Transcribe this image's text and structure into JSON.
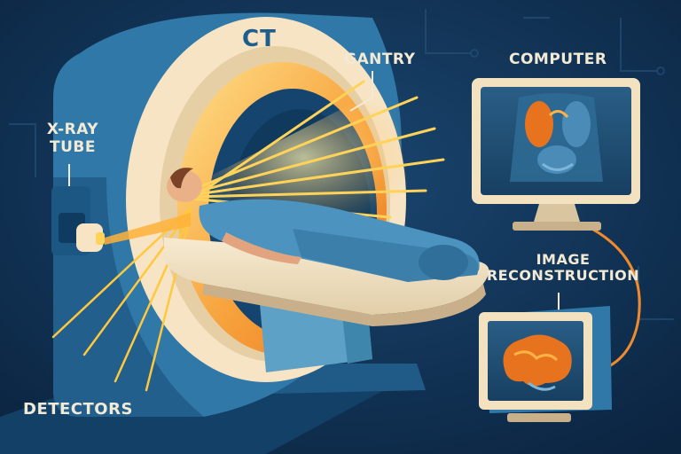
{
  "diagram": {
    "labels": {
      "ct": "CT",
      "gantry": "GANTRY",
      "xray_tube": [
        "X-RAY",
        "TUBE"
      ],
      "detectors": "DETECTORS",
      "computer": "COMPUTER",
      "image_reconstruction": [
        "IMAGE",
        "RECONSTRUCTION"
      ]
    },
    "colors": {
      "background": "#0f2f4e",
      "gantry_blue": "#2f78a8",
      "gantry_cream": "#f6e4c4",
      "bore_orange": "#ee7a24",
      "beam_yellow": "#ffcf4a",
      "monitor_frame": "#f2e2bf",
      "label_text": "#f3ead6",
      "title_text": "#1e5d8c"
    },
    "icons": {
      "xray_tube": "xray-tube-icon",
      "computer": "monitor-icon",
      "reconstruction": "brain-scan-icon"
    }
  }
}
